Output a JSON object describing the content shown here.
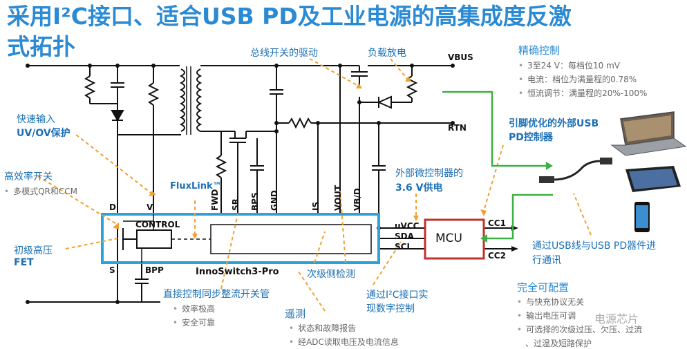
{
  "title": {
    "line1": "采用I²C接口、适合USB PD及工业电源的高集成度反激",
    "line2": "式拓扑"
  },
  "annotations": {
    "bus_switch_driver": "总线开关的驱动",
    "load_discharge": "负载放电",
    "fast_input_line1": "快速输入",
    "fast_input_line2": "UV/OV保护",
    "high_eff_switch": "高效率开关",
    "multimode": "多模式QR和CCM",
    "primary_hv_fet_line1": "初级高压",
    "primary_hv_fet_line2": "FET",
    "fluxlink": "FluxLink™",
    "ext_mcu_line1": "外部微控制器的",
    "ext_mcu_line2": "3.6 V供电",
    "secondary_detect": "次级侧检测",
    "direct_sr_control": "直接控制同步整流开关管",
    "sr_bullet1": "效率极高",
    "sr_bullet2": "安全可靠",
    "telemetry": "遥测",
    "tel_bullet1": "状态和故障报告",
    "tel_bullet2": "经ADC读取电压及电流信息",
    "i2c_line1": "通过I²C接口实",
    "i2c_line2": "现数字控制",
    "usb_comm_line1": "通过USB线与USB PD器件进",
    "usb_comm_line2": "行通讯",
    "pin_opt_line1": "引脚优化的外部USB",
    "pin_opt_line2": "PD控制器"
  },
  "precise_control": {
    "heading": "精确控制",
    "bullets": [
      "3至24 V：每档位10 mV",
      "电流：档位为满量程的0.78%",
      "恒流调节：满量程的20%-100%"
    ]
  },
  "fully_config": {
    "heading": "完全可配置",
    "bullets": [
      "与快充协议无关",
      "输出电压可调",
      "可选择的次级过压、欠压、过流",
      "、过温及短路保护"
    ]
  },
  "watermark": "电源芯片",
  "circuit": {
    "vbus": "VBUS",
    "rtn": "RTN",
    "chip_name": "InnoSwitch3-Pro",
    "control": "CONTROL",
    "mcu": "MCU",
    "pins_primary": {
      "d": "D",
      "v": "V",
      "s": "S",
      "bpp": "BPP"
    },
    "pins_secondary": [
      "FWD",
      "SR",
      "BPS",
      "GND",
      "IS",
      "VOUT",
      "VB/D"
    ],
    "ucc": "uVCC",
    "sda": "SDA",
    "scl": "SCL",
    "cc1": "CC1",
    "cc2": "CC2"
  },
  "colors": {
    "title": "#2a8ad4",
    "chip_border": "#29a3d8",
    "arrow_orange": "#f0a030",
    "arrow_green": "#3cb043",
    "mcu_border": "#c0302c"
  }
}
